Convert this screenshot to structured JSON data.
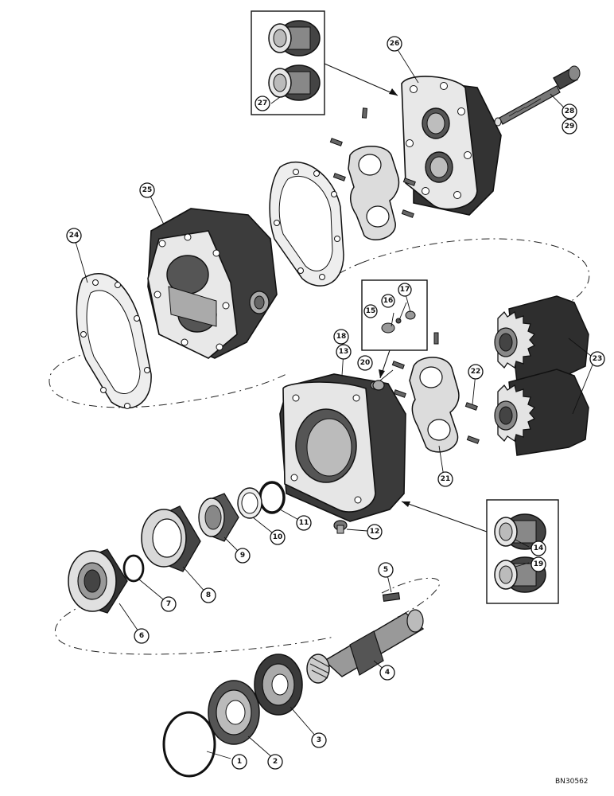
{
  "figure_code": "BN30562",
  "callouts": [
    {
      "label": "1"
    },
    {
      "label": "2"
    },
    {
      "label": "3"
    },
    {
      "label": "4"
    },
    {
      "label": "5"
    },
    {
      "label": "6"
    },
    {
      "label": "7"
    },
    {
      "label": "8"
    },
    {
      "label": "9"
    },
    {
      "label": "10"
    },
    {
      "label": "11"
    },
    {
      "label": "12"
    },
    {
      "label": "13"
    },
    {
      "label": "14"
    },
    {
      "label": "15"
    },
    {
      "label": "16"
    },
    {
      "label": "17"
    },
    {
      "label": "18"
    },
    {
      "label": "19"
    },
    {
      "label": "20"
    },
    {
      "label": "21"
    },
    {
      "label": "22"
    },
    {
      "label": "23"
    },
    {
      "label": "24"
    },
    {
      "label": "25"
    },
    {
      "label": "26"
    },
    {
      "label": "27"
    },
    {
      "label": "28"
    },
    {
      "label": "29"
    }
  ]
}
